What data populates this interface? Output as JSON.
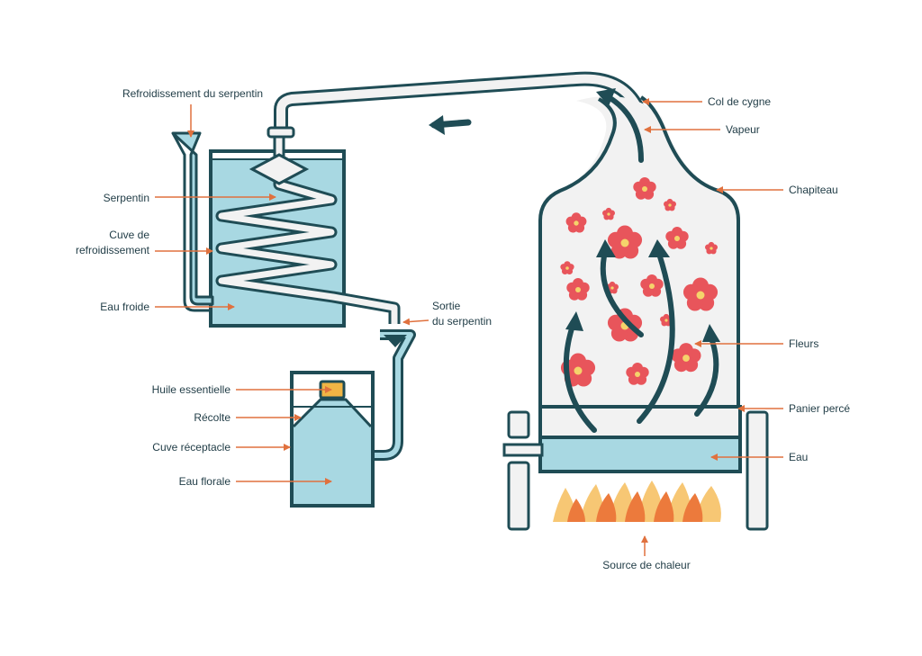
{
  "colors": {
    "outline": "#1f4c55",
    "arrow_dark": "#1f4c55",
    "water": "#a8d8e2",
    "vapor_fill": "#f2f2f2",
    "flower": "#e8555b",
    "flower_center": "#f5d36b",
    "leader": "#e0713e",
    "flame_outer": "#f7c774",
    "flame_inner": "#ec7a3c",
    "oil": "#f0b545"
  },
  "labels": {
    "refroidissement_serpentin": "Refroidissement du serpentin",
    "serpentin": "Serpentin",
    "cuve_refroidissement_1": "Cuve de",
    "cuve_refroidissement_2": "refroidissement",
    "eau_froide": "Eau froide",
    "sortie_1": "Sortie",
    "sortie_2": "du serpentin",
    "huile": "Huile essentielle",
    "recolte": "Récolte",
    "cuve_receptacle": "Cuve réceptacle",
    "eau_florale": "Eau florale",
    "col_de_cygne": "Col de cygne",
    "vapeur": "Vapeur",
    "chapiteau": "Chapiteau",
    "fleurs": "Fleurs",
    "panier_perce": "Panier percé",
    "eau": "Eau",
    "source_chaleur": "Source de chaleur"
  }
}
